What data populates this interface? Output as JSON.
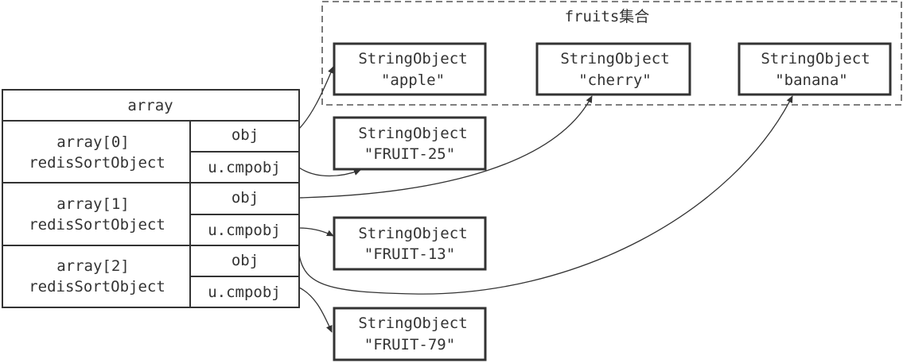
{
  "group_label": "fruits集合",
  "array_header": "array",
  "rows": [
    {
      "index_label": "array[0]",
      "type_label": "redisSortObject",
      "obj_label": "obj",
      "cmp_label": "u.cmpobj"
    },
    {
      "index_label": "array[1]",
      "type_label": "redisSortObject",
      "obj_label": "obj",
      "cmp_label": "u.cmpobj"
    },
    {
      "index_label": "array[2]",
      "type_label": "redisSortObject",
      "obj_label": "obj",
      "cmp_label": "u.cmpobj"
    }
  ],
  "set_objects": [
    {
      "type": "StringObject",
      "value": "\"apple\""
    },
    {
      "type": "StringObject",
      "value": "\"cherry\""
    },
    {
      "type": "StringObject",
      "value": "\"banana\""
    }
  ],
  "cmp_objects": [
    {
      "type": "StringObject",
      "value": "\"FRUIT-25\""
    },
    {
      "type": "StringObject",
      "value": "\"FRUIT-13\""
    },
    {
      "type": "StringObject",
      "value": "\"FRUIT-79\""
    }
  ]
}
